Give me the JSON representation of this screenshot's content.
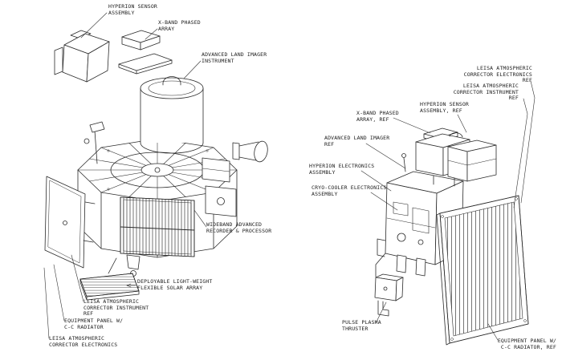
{
  "colors": {
    "background": "#ffffff",
    "ink": "#222222"
  },
  "labels": {
    "left_view": [
      {
        "id": "hyperion-sensor-assembly",
        "text": "HYPERION SENSOR\nASSEMBLY"
      },
      {
        "id": "x-band-phased-array",
        "text": "X-BAND PHASED\nARRAY"
      },
      {
        "id": "advanced-land-imager-instrument",
        "text": "ADVANCED LAND IMAGER\nINSTRUMENT"
      },
      {
        "id": "wideband-advanced-recorder-processor",
        "text": "WIDEBAND ADVANCED\nRECORDER & PROCESSOR"
      },
      {
        "id": "deployable-solar-array",
        "text": "DEPLOYABLE LIGHT-WEIGHT\nFLEXIBLE SOLAR ARRAY"
      },
      {
        "id": "leisa-atmospheric-corrector-instrument",
        "text": "LEISA ATMOSPHERIC\nCORRECTOR INSTRUMENT\nREF"
      },
      {
        "id": "equipment-panel-cc-radiator",
        "text": "EQUIPMENT PANEL W/\nC-C RADIATOR"
      },
      {
        "id": "leisa-atmospheric-corrector-electronics",
        "text": "LEISA ATMOSPHERIC\nCORRECTOR ELECTRONICS"
      }
    ],
    "right_view": [
      {
        "id": "leisa-atmospheric-corrector-electronics-ref",
        "text": "LEISA ATMOSPHERIC\nCORRECTOR ELECTRONICS\nREF"
      },
      {
        "id": "leisa-atmospheric-corrector-instrument-ref",
        "text": "LEISA ATMOSPHERIC\nCORRECTOR INSTRUMENT\nREF"
      },
      {
        "id": "hyperion-sensor-assembly-ref",
        "text": "HYPERION SENSOR\nASSEMBLY, REF"
      },
      {
        "id": "x-band-phased-array-ref",
        "text": "X-BAND PHASED\nARRAY, REF"
      },
      {
        "id": "advanced-land-imager-ref",
        "text": "ADVANCED LAND IMAGER\nREF"
      },
      {
        "id": "hyperion-electronics-assembly",
        "text": "HYPERION ELECTRONICS\nASSEMBLY"
      },
      {
        "id": "cryo-cooler-electronics-assembly",
        "text": "CRYO-COOLER ELECTRONICS\nASSEMBLY"
      },
      {
        "id": "pulse-plasma-thruster",
        "text": "PULSE PLASMA\nTHRUSTER"
      },
      {
        "id": "equipment-panel-cc-radiator-ref",
        "text": "EQUIPMENT PANEL W/\nC-C RADIATOR, REF"
      }
    ]
  }
}
